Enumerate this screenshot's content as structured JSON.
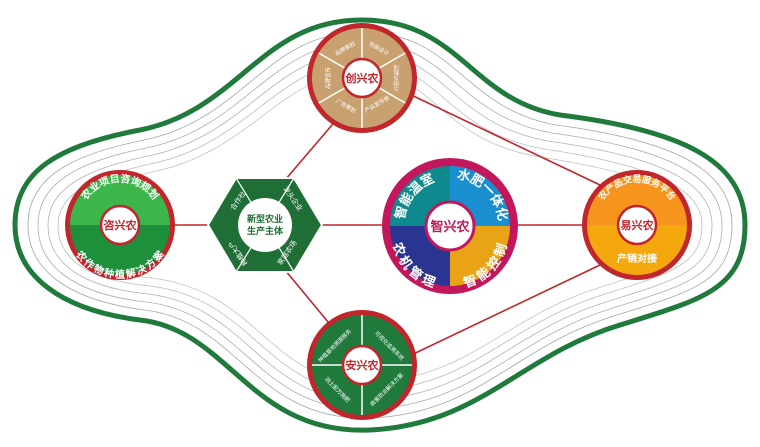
{
  "colors": {
    "outline": "#1f7a3c",
    "line": "#c0262c",
    "ring": "#c0262c",
    "chuang": "#c9a170",
    "zi": "#1e8f3a",
    "zi_light": "#3cb54a",
    "hexagon": "#1f6e35",
    "zhi_teal": "#0e8a8e",
    "zhi_blue": "#1a8fd0",
    "zhi_navy": "#2a3592",
    "zhi_gold": "#e8a317",
    "zhi_rim": "#c2185b",
    "yi_top": "#f7941d",
    "yi_bottom": "#f4a80d",
    "an": "#1f7a3c"
  },
  "nodes": {
    "chuang": {
      "center": "创兴农",
      "segments": [
        "包装设计",
        "品牌VI设计",
        "产品宣传册",
        "广告策划",
        "品牌宣传",
        "品牌策划"
      ]
    },
    "zi": {
      "center": "咨兴农",
      "top": "农业项目咨询规划",
      "bottom": "农作物种植解决方案"
    },
    "hub": {
      "center_line1": "新型农业",
      "center_line2": "生产主体",
      "corners": [
        "合作社",
        "龙头企业",
        "家庭农场",
        "种植大户"
      ]
    },
    "zhi": {
      "center": "智兴农",
      "quadrants": [
        "智能温室",
        "水肥一体化",
        "智能控制",
        "农机管理"
      ]
    },
    "yi": {
      "center": "易兴农",
      "top": "农产品交易服务平台",
      "bottom": "产销对接"
    },
    "an": {
      "center": "安兴农",
      "segments": [
        "种植基地溯源服务",
        "可视化追溯系统",
        "病害防治解决方案",
        "测土配方施肥"
      ]
    }
  }
}
